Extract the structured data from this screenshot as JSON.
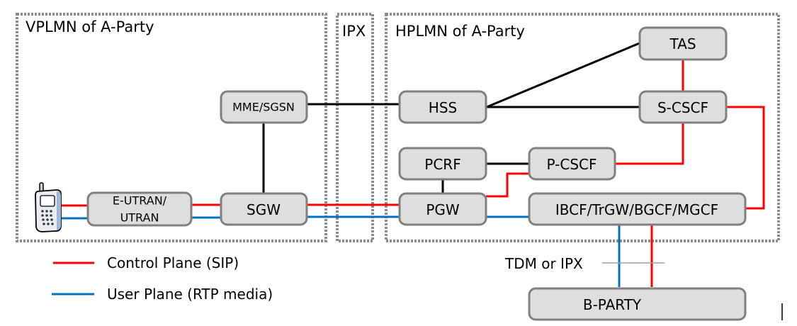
{
  "zones": {
    "vplmn": "VPLMN of A-Party",
    "ipx": "IPX",
    "hplmn": "HPLMN of A-Party"
  },
  "nodes": {
    "mme_sgsn": "MME/SGSN",
    "e_utran_line1": "E-UTRAN/",
    "e_utran_line2": "UTRAN",
    "sgw": "SGW",
    "hss": "HSS",
    "tas": "TAS",
    "s_cscf": "S-CSCF",
    "pcrf": "PCRF",
    "p_cscf": "P-CSCF",
    "pgw": "PGW",
    "ibcf": "IBCF/TrGW/BGCF/MGCF",
    "b_party": "B-PARTY"
  },
  "annotations": {
    "tdm_or_ipx": "TDM or IPX"
  },
  "legend": {
    "items": [
      {
        "label": "Control Plane (SIP)",
        "color": "#ff0000"
      },
      {
        "label": "User Plane (RTP media)",
        "color": "#0070c0"
      }
    ]
  },
  "colors": {
    "control_plane": "#ff0000",
    "user_plane": "#0070c0",
    "node_fill": "#dedede",
    "node_border": "#808080"
  }
}
